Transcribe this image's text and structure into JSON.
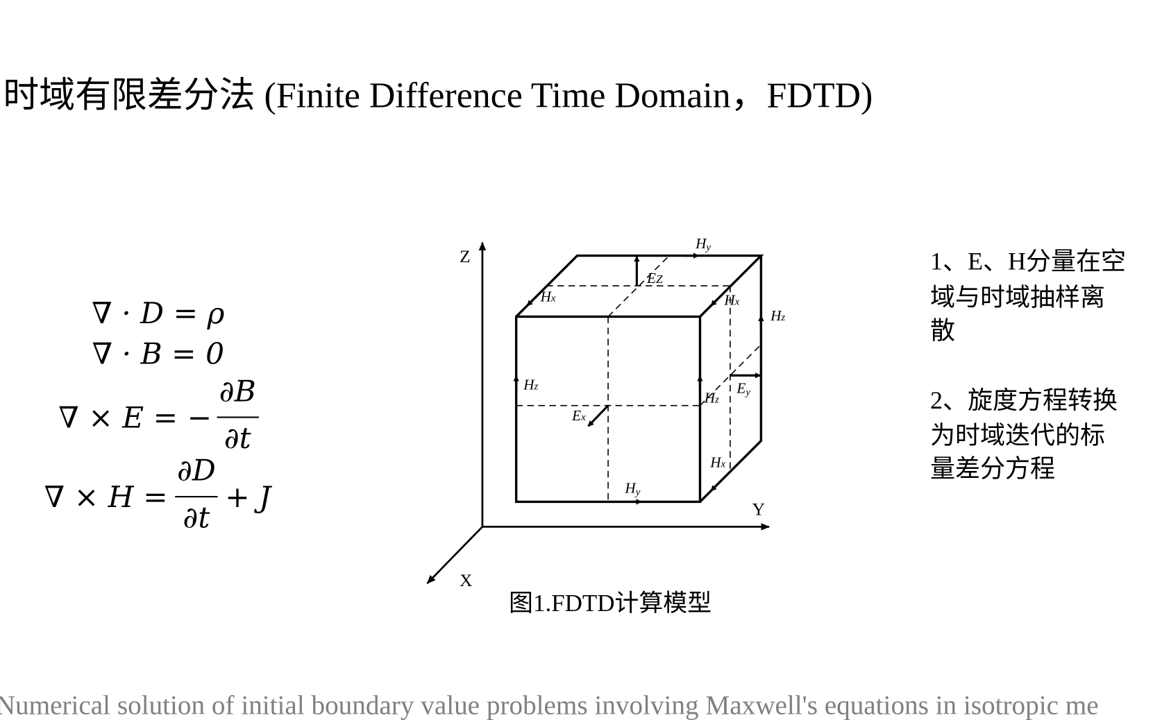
{
  "slide": {
    "title": "时域有限差分法 (Finite Difference Time Domain，FDTD)",
    "equations": {
      "gauss_d": {
        "left": "∇ · D = ρ"
      },
      "gauss_b": {
        "left": "∇ · B = 0"
      },
      "faraday": {
        "left": "∇ × E = −",
        "numerator": "∂B",
        "denominator": "∂t"
      },
      "ampere": {
        "left": "∇ × H =",
        "numerator": "∂D",
        "denominator": "∂t",
        "right": "+ J"
      }
    },
    "figure": {
      "axes": {
        "z": "Z",
        "y": "Y",
        "x": "X"
      },
      "labels": {
        "hy_top": {
          "main": "H",
          "sub": "y"
        },
        "ez": {
          "main": "E",
          "sub": "Z"
        },
        "hx_top_left": {
          "main": "H",
          "sub": "x"
        },
        "hx_top_right": {
          "main": "H",
          "sub": "x"
        },
        "hz_back": {
          "main": "H",
          "sub": "z"
        },
        "hz_front_left": {
          "main": "H",
          "sub": "z"
        },
        "hz_front_right": {
          "main": "H",
          "sub": "z"
        },
        "ey": {
          "main": "E",
          "sub": "y"
        },
        "ex": {
          "main": "E",
          "sub": "x"
        },
        "hx_bottom": {
          "main": "H",
          "sub": "x"
        },
        "hy_bottom": {
          "main": "H",
          "sub": "y"
        }
      },
      "caption": "图1.FDTD计算模型"
    },
    "notes": {
      "point1": [
        "1、E、H分量在空",
        "域与时域抽样离",
        "散"
      ],
      "point2": [
        "2、旋度方程转换",
        "为时域迭代的标",
        "量差分方程"
      ]
    },
    "footer": "Numerical solution of initial boundary value problems involving Maxwell's equations in isotropic me"
  },
  "colors": {
    "text": "#000000",
    "footer": "#808080",
    "background": "#ffffff"
  }
}
